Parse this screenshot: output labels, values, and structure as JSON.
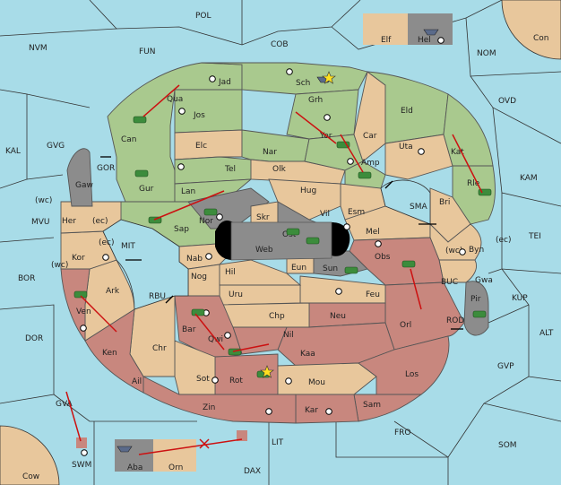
{
  "colors": {
    "sea": "#a8dce8",
    "land_neutral": "#e8c79c",
    "land_green": "#a9c98e",
    "land_red": "#c8877e",
    "land_gray": "#8c8c8c",
    "impassable": "#000000",
    "arrow": "#cc1111"
  },
  "sea_labels": [
    {
      "id": "POL",
      "label": "POL"
    },
    {
      "id": "FUN",
      "label": "FUN"
    },
    {
      "id": "COB",
      "label": "COB"
    },
    {
      "id": "NVM",
      "label": "NVM"
    },
    {
      "id": "NOM",
      "label": "NOM"
    },
    {
      "id": "Con",
      "label": "Con"
    },
    {
      "id": "KAL",
      "label": "KAL"
    },
    {
      "id": "GVG",
      "label": "GVG"
    },
    {
      "id": "OVD",
      "label": "OVD"
    },
    {
      "id": "KAM",
      "label": "KAM"
    },
    {
      "id": "MVU",
      "label": "MVU"
    },
    {
      "id": "TEI",
      "label": "TEI"
    },
    {
      "id": "BOR",
      "label": "BOR"
    },
    {
      "id": "KUP",
      "label": "KUP"
    },
    {
      "id": "DOR",
      "label": "DOR"
    },
    {
      "id": "ALT",
      "label": "ALT"
    },
    {
      "id": "GVP",
      "label": "GVP"
    },
    {
      "id": "GVA",
      "label": "GVA"
    },
    {
      "id": "FRO",
      "label": "FRO"
    },
    {
      "id": "SOM",
      "label": "SOM"
    },
    {
      "id": "LIT",
      "label": "LIT"
    },
    {
      "id": "DAX",
      "label": "DAX"
    },
    {
      "id": "Cow",
      "label": "Cow"
    },
    {
      "id": "SMA",
      "label": "SMA"
    },
    {
      "id": "MIT",
      "label": "MIT"
    },
    {
      "id": "RBU",
      "label": "RBU"
    },
    {
      "id": "GOR",
      "label": "GOR"
    },
    {
      "id": "BUC",
      "label": "BUC"
    },
    {
      "id": "ROD",
      "label": "ROD"
    }
  ],
  "land_labels": [
    {
      "id": "Jad",
      "label": "Jad"
    },
    {
      "id": "Sch",
      "label": "Sch"
    },
    {
      "id": "Qua",
      "label": "Qua"
    },
    {
      "id": "Jos",
      "label": "Jos"
    },
    {
      "id": "Grh",
      "label": "Grh"
    },
    {
      "id": "Eld",
      "label": "Eld"
    },
    {
      "id": "Can",
      "label": "Can"
    },
    {
      "id": "Elc",
      "label": "Elc"
    },
    {
      "id": "Nar",
      "label": "Nar"
    },
    {
      "id": "Yor",
      "label": "Yor"
    },
    {
      "id": "Car",
      "label": "Car"
    },
    {
      "id": "Uta",
      "label": "Uta"
    },
    {
      "id": "Kat",
      "label": "Kat"
    },
    {
      "id": "Gaw",
      "label": "Gaw"
    },
    {
      "id": "Gur",
      "label": "Gur"
    },
    {
      "id": "Tel",
      "label": "Tel"
    },
    {
      "id": "Olk",
      "label": "Olk"
    },
    {
      "id": "Amp",
      "label": "Amp"
    },
    {
      "id": "Rle",
      "label": "Rle"
    },
    {
      "id": "Lan",
      "label": "Lan"
    },
    {
      "id": "Hug",
      "label": "Hug"
    },
    {
      "id": "Bri",
      "label": "Bri"
    },
    {
      "id": "Nor",
      "label": "Nor"
    },
    {
      "id": "Vil",
      "label": "Vil"
    },
    {
      "id": "Esm",
      "label": "Esm"
    },
    {
      "id": "Her",
      "label": "Her"
    },
    {
      "id": "Sap",
      "label": "Sap"
    },
    {
      "id": "Skr",
      "label": "Skr"
    },
    {
      "id": "Ost",
      "label": "Ost"
    },
    {
      "id": "Web",
      "label": "Web"
    },
    {
      "id": "Mel",
      "label": "Mel"
    },
    {
      "id": "Byn",
      "label": "Byn"
    },
    {
      "id": "Kor",
      "label": "Kor"
    },
    {
      "id": "Nab",
      "label": "Nab"
    },
    {
      "id": "Eun",
      "label": "Eun"
    },
    {
      "id": "Sun",
      "label": "Sun"
    },
    {
      "id": "Obs",
      "label": "Obs"
    },
    {
      "id": "Gwa",
      "label": "Gwa"
    },
    {
      "id": "Hil",
      "label": "Hil"
    },
    {
      "id": "Nog",
      "label": "Nog"
    },
    {
      "id": "Ark",
      "label": "Ark"
    },
    {
      "id": "Uru",
      "label": "Uru"
    },
    {
      "id": "Feu",
      "label": "Feu"
    },
    {
      "id": "Pir",
      "label": "Pir"
    },
    {
      "id": "Ven",
      "label": "Ven"
    },
    {
      "id": "Chp",
      "label": "Chp"
    },
    {
      "id": "Neu",
      "label": "Neu"
    },
    {
      "id": "Orl",
      "label": "Orl"
    },
    {
      "id": "Bar",
      "label": "Bar"
    },
    {
      "id": "Qwi",
      "label": "Qwi"
    },
    {
      "id": "Nil",
      "label": "Nil"
    },
    {
      "id": "Ken",
      "label": "Ken"
    },
    {
      "id": "Chr",
      "label": "Chr"
    },
    {
      "id": "Kaa",
      "label": "Kaa"
    },
    {
      "id": "Ail",
      "label": "Ail"
    },
    {
      "id": "Sot",
      "label": "Sot"
    },
    {
      "id": "Rot",
      "label": "Rot"
    },
    {
      "id": "Mou",
      "label": "Mou"
    },
    {
      "id": "Los",
      "label": "Los"
    },
    {
      "id": "Zin",
      "label": "Zin"
    },
    {
      "id": "Kar",
      "label": "Kar"
    },
    {
      "id": "Sam",
      "label": "Sam"
    },
    {
      "id": "SWM",
      "label": "SWM"
    },
    {
      "id": "Aba",
      "label": "Aba"
    },
    {
      "id": "Orn",
      "label": "Orn"
    },
    {
      "id": "Elf",
      "label": "Elf"
    },
    {
      "id": "Hel",
      "label": "Hel"
    }
  ],
  "coast_notes": [
    {
      "id": "her_wc",
      "label": "(wc)"
    },
    {
      "id": "her_ec",
      "label": "(ec)"
    },
    {
      "id": "kor_ec",
      "label": "(ec)"
    },
    {
      "id": "kor_wc",
      "label": "(wc)"
    },
    {
      "id": "byn_wc",
      "label": "(wc)"
    },
    {
      "id": "byn_ec",
      "label": "(ec)"
    }
  ]
}
